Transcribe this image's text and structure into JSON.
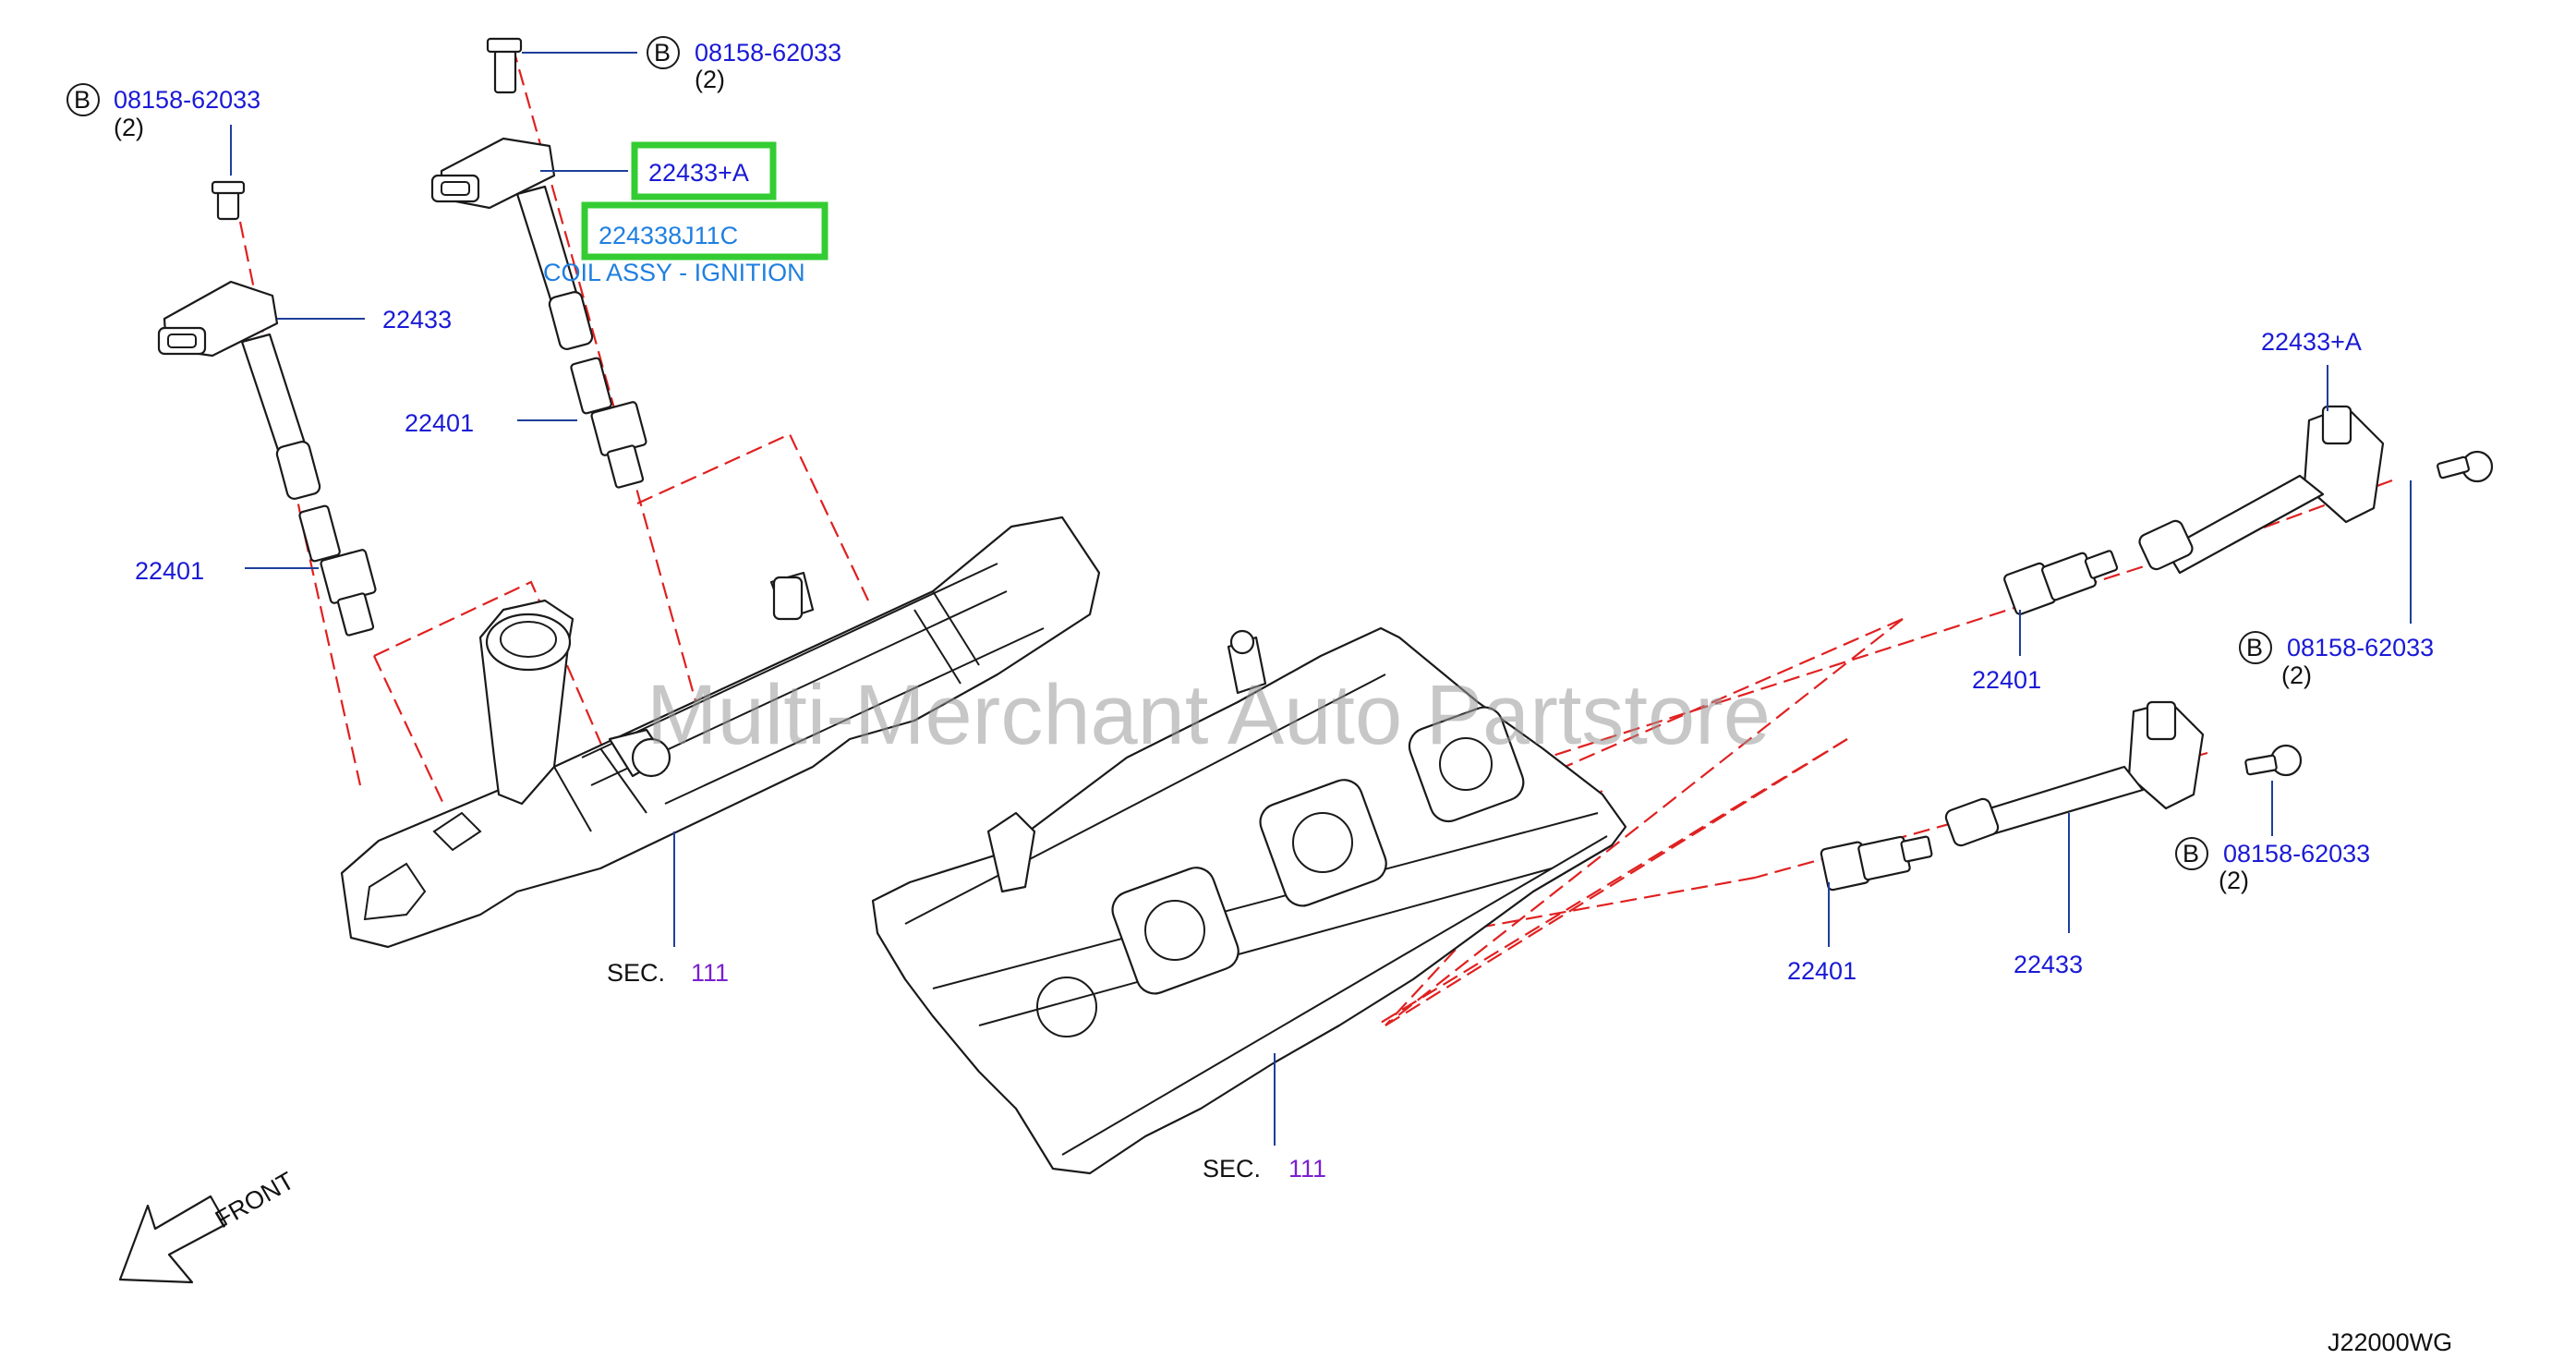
{
  "diagram": {
    "watermark": "Multi-Merchant Auto Partstore",
    "figure_code": "J22000WG",
    "front_label": "FRONT",
    "sec_prefix": "SEC.",
    "sec_number": "111",
    "bolt_symbol": "B",
    "bolt_part": "08158-62033",
    "bolt_qty": "(2)",
    "coil_part": "22433",
    "coil_part_alt": "22433+A",
    "plug_part": "22401",
    "highlight_part_number": "224338J11C",
    "highlight_part_name": "COIL ASSY - IGNITION",
    "colors": {
      "label": "#1a1ad6",
      "highlight": "#33cc33",
      "centerline": "#e02020",
      "sec_number": "#7a1fd0"
    }
  }
}
